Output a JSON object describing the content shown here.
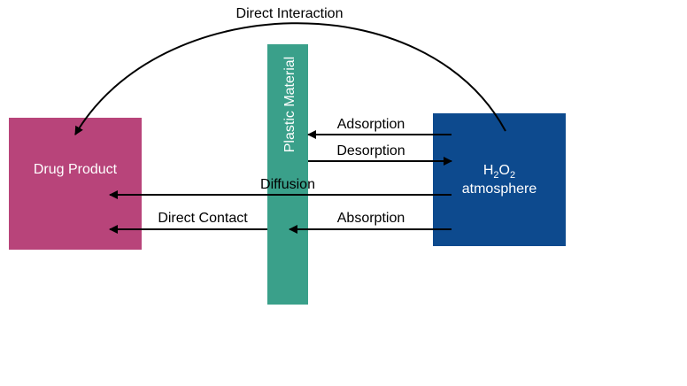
{
  "colors": {
    "drug_box": "#b8447a",
    "atmosphere_box": "#0d4a8e",
    "plastic_bar": "#3aa08a",
    "arrow": "#000000"
  },
  "nodes": {
    "drug_product": "Drug Product",
    "plastic_material": "Plastic Material",
    "atmosphere_main": "H",
    "atmosphere_sub1": "2",
    "atmosphere_mid": "O",
    "atmosphere_sub2": "2",
    "atmosphere_line2": "atmosphere"
  },
  "edges": {
    "direct_interaction": "Direct Interaction",
    "adsorption": "Adsorption",
    "desorption": "Desorption",
    "diffusion": "Diffusion",
    "direct_contact": "Direct Contact",
    "absorption": "Absorption"
  }
}
